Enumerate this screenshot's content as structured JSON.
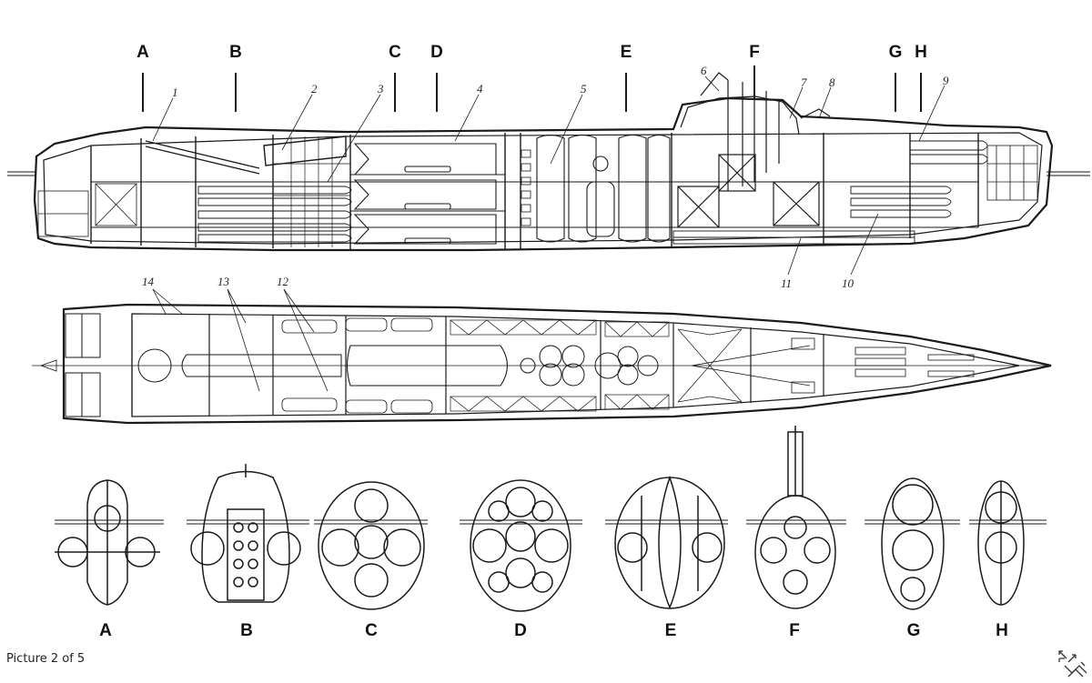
{
  "viewer": {
    "caption": "Picture 2 of 5",
    "expand_icon": "expand-arrows-icon"
  },
  "diagram": {
    "section_markers_top": [
      "A",
      "B",
      "C",
      "D",
      "E",
      "F",
      "G",
      "H"
    ],
    "callouts_profile": [
      "1",
      "2",
      "3",
      "4",
      "5",
      "6",
      "7",
      "8",
      "9",
      "10",
      "11"
    ],
    "callouts_plan": [
      "12",
      "13",
      "14"
    ],
    "cross_section_labels": [
      "A",
      "B",
      "C",
      "D",
      "E",
      "F",
      "G",
      "H"
    ]
  }
}
